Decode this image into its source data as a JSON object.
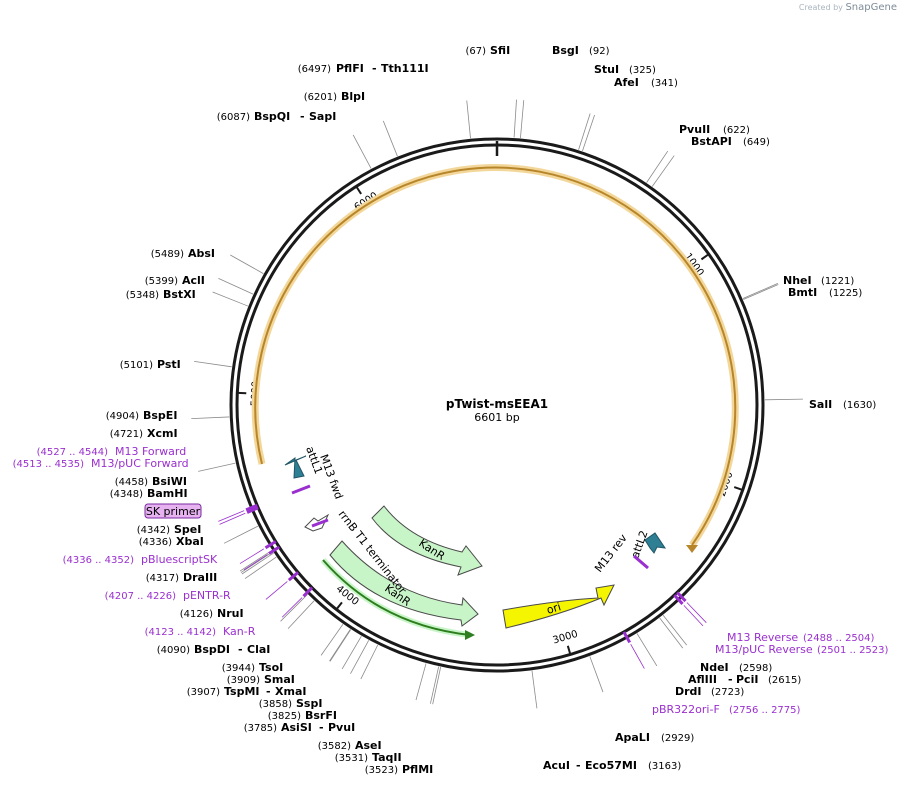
{
  "watermark": {
    "prefix": "Created by",
    "brand": "SnapGene"
  },
  "plasmid": {
    "name": "pTwist-msEEA1",
    "length_label": "6601 bp",
    "length": 6601
  },
  "ticks": [
    {
      "bp": 1000,
      "label": "1000"
    },
    {
      "bp": 2000,
      "label": "2000"
    },
    {
      "bp": 3000,
      "label": "3000"
    },
    {
      "bp": 4000,
      "label": "4000"
    },
    {
      "bp": 5000,
      "label": "5000"
    },
    {
      "bp": 6000,
      "label": "6000"
    }
  ],
  "enzymes": [
    {
      "pos": "(67)",
      "name": "SfiI",
      "bp": 67,
      "side": "left"
    },
    {
      "pos": "(92)",
      "name": "BsgI",
      "bp": 92,
      "side": "right"
    },
    {
      "pos": "(325)",
      "name": "StuI",
      "bp": 325,
      "side": "right"
    },
    {
      "pos": "(341)",
      "name": "AfeI",
      "bp": 341,
      "side": "right"
    },
    {
      "pos": "(622)",
      "name": "PvuII",
      "bp": 622,
      "side": "right"
    },
    {
      "pos": "(649)",
      "name": "BstAPI",
      "bp": 649,
      "side": "right"
    },
    {
      "pos": "(1221)",
      "name": "NheI",
      "bp": 1221,
      "side": "right"
    },
    {
      "pos": "(1225)",
      "name": "BmtI",
      "bp": 1225,
      "side": "right"
    },
    {
      "pos": "(1630)",
      "name": "SalI",
      "bp": 1630,
      "side": "right"
    },
    {
      "pos": "(2598)",
      "name": "NdeI",
      "bp": 2598,
      "side": "right"
    },
    {
      "pos": "(2615)",
      "name": "AflIII",
      "name2": "PciI",
      "bp": 2615,
      "side": "right"
    },
    {
      "pos": "(2723)",
      "name": "DrdI",
      "bp": 2723,
      "side": "right"
    },
    {
      "pos": "(2929)",
      "name": "ApaLI",
      "bp": 2929,
      "side": "right"
    },
    {
      "pos": "(3163)",
      "name": "AcuI",
      "name2": "Eco57MI",
      "bp": 3163,
      "side": "right"
    },
    {
      "pos": "(3523)",
      "name": "PflMI",
      "bp": 3523,
      "side": "left"
    },
    {
      "pos": "(3531)",
      "name": "TaqII",
      "bp": 3531,
      "side": "left"
    },
    {
      "pos": "(3582)",
      "name": "AseI",
      "bp": 3582,
      "side": "left"
    },
    {
      "pos": "(3785)",
      "name": "AsiSI",
      "name2": "PvuI",
      "bp": 3785,
      "side": "left"
    },
    {
      "pos": "(3825)",
      "name": "BsrFI",
      "bp": 3825,
      "side": "left"
    },
    {
      "pos": "(3858)",
      "name": "SspI",
      "bp": 3858,
      "side": "left"
    },
    {
      "pos": "(3907)",
      "name": "TspMI",
      "name2": "XmaI",
      "bp": 3907,
      "side": "left"
    },
    {
      "pos": "(3909)",
      "name": "SmaI",
      "bp": 3909,
      "side": "left"
    },
    {
      "pos": "(3944)",
      "name": "TsoI",
      "bp": 3944,
      "side": "left"
    },
    {
      "pos": "(4090)",
      "name": "BspDI",
      "name2": "ClaI",
      "bp": 4090,
      "side": "left"
    },
    {
      "pos": "(4126)",
      "name": "NruI",
      "bp": 4126,
      "side": "left"
    },
    {
      "pos": "(4317)",
      "name": "DraIII",
      "bp": 4317,
      "side": "left"
    },
    {
      "pos": "(4336)",
      "name": "XbaI",
      "bp": 4336,
      "side": "left"
    },
    {
      "pos": "(4342)",
      "name": "SpeI",
      "bp": 4342,
      "side": "left"
    },
    {
      "pos": "(4348)",
      "name": "BamHI",
      "bp": 4348,
      "side": "left"
    },
    {
      "pos": "(4458)",
      "name": "BsiWI",
      "bp": 4458,
      "side": "left"
    },
    {
      "pos": "(4721)",
      "name": "XcmI",
      "bp": 4721,
      "side": "left"
    },
    {
      "pos": "(4904)",
      "name": "BspEI",
      "bp": 4904,
      "side": "left"
    },
    {
      "pos": "(5101)",
      "name": "PstI",
      "bp": 5101,
      "side": "left"
    },
    {
      "pos": "(5348)",
      "name": "BstXI",
      "bp": 5348,
      "side": "left"
    },
    {
      "pos": "(5399)",
      "name": "AclI",
      "bp": 5399,
      "side": "left"
    },
    {
      "pos": "(5489)",
      "name": "AbsI",
      "bp": 5489,
      "side": "left"
    },
    {
      "pos": "(6087)",
      "name": "BspQI",
      "name2": "SapI",
      "bp": 6087,
      "side": "left"
    },
    {
      "pos": "(6201)",
      "name": "BlpI",
      "bp": 6201,
      "side": "left"
    },
    {
      "pos": "(6497)",
      "name": "PflFI",
      "name2": "Tth111I",
      "bp": 6497,
      "side": "left"
    }
  ],
  "primers": [
    {
      "name": "M13 Reverse",
      "pos": "(2488 .. 2504)",
      "bp": 2496,
      "side": "right"
    },
    {
      "name": "M13/pUC Reverse",
      "pos": "(2501 .. 2523)",
      "bp": 2512,
      "side": "right"
    },
    {
      "name": "pBR322ori-F",
      "pos": "(2756 .. 2775)",
      "bp": 2765,
      "side": "right"
    },
    {
      "name": "M13 Forward",
      "pos": "(4527 .. 4544)",
      "bp": 4535,
      "side": "left"
    },
    {
      "name": "M13/pUC Forward",
      "pos": "(4513 .. 4535)",
      "bp": 4524,
      "side": "left"
    },
    {
      "name": "SK primer",
      "pos": "",
      "bp": 4370,
      "side": "left",
      "boxed": true
    },
    {
      "name": "pBluescriptSK",
      "pos": "(4336 .. 4352)",
      "bp": 4344,
      "side": "left"
    },
    {
      "name": "pENTR-R",
      "pos": "(4207 .. 4226)",
      "bp": 4216,
      "side": "left"
    },
    {
      "name": "Kan-R",
      "pos": "(4123 .. 4142)",
      "bp": 4132,
      "side": "left"
    }
  ],
  "features": [
    {
      "name": "attL1",
      "kind": "site"
    },
    {
      "name": "M13 fwd",
      "kind": "primer-bind"
    },
    {
      "name": "rrnB T1 terminator",
      "kind": "terminator"
    },
    {
      "name": "KanR",
      "kind": "cds"
    },
    {
      "name": "KanR",
      "kind": "cds"
    },
    {
      "name": "ori",
      "kind": "origin"
    },
    {
      "name": "M13 rev",
      "kind": "primer-bind"
    },
    {
      "name": "attL2",
      "kind": "site"
    }
  ],
  "colors": {
    "backbone": "#1a1a1a",
    "insert_arc": "#e0b060",
    "kanR_fill": "#c8f5c8",
    "ori_fill": "#f5f500",
    "att_fill": "#2e7f94",
    "primer": "#9a2fcf",
    "sk_box": "#e6b3f0"
  }
}
